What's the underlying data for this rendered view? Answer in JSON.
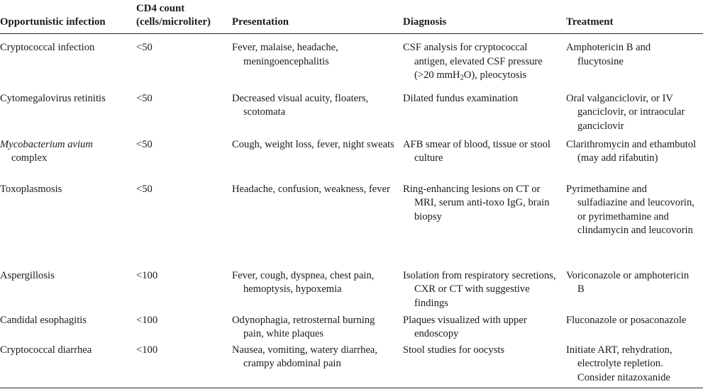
{
  "table": {
    "caption": "",
    "columns": [
      {
        "id": "infection",
        "label_line1": "Opportunistic infection",
        "label_line2": ""
      },
      {
        "id": "cd4",
        "label_line1": "CD4 count",
        "label_line2": "(cells/microliter)"
      },
      {
        "id": "presentation",
        "label_line1": "Presentation",
        "label_line2": ""
      },
      {
        "id": "diagnosis",
        "label_line1": "Diagnosis",
        "label_line2": ""
      },
      {
        "id": "treatment",
        "label_line1": "Treatment",
        "label_line2": ""
      }
    ],
    "rows": [
      {
        "infection": "Cryptococcal infection",
        "infection_italic": "",
        "cd4": "<50",
        "presentation": "Fever, malaise, headache, meningoencephalitis",
        "diagnosis_pre": "CSF analysis for cryptococcal antigen, elevated CSF pressure (>20 mmH",
        "diagnosis_sub": "2",
        "diagnosis_post": "O), pleocytosis",
        "diagnosis": "CSF analysis for cryptococcal antigen, elevated CSF pressure (>20 mmH2O), pleocytosis",
        "treatment": "Amphotericin B and flucytosine"
      },
      {
        "infection": "Cytomegalovirus retinitis",
        "infection_italic": "",
        "cd4": "<50",
        "presentation": "Decreased visual acuity, floaters, scotomata",
        "diagnosis": "Dilated fundus examination",
        "treatment": "Oral valganciclovir, or IV ganciclovir, or intraocular ganciclovir"
      },
      {
        "infection": "complex",
        "infection_italic": "Mycobacterium avium",
        "cd4": "<50",
        "presentation": "Cough, weight loss, fever, night sweats",
        "diagnosis": "AFB smear of blood, tissue or stool culture",
        "treatment": "Clarithromycin and ethambutol (may add rifabutin)"
      },
      {
        "infection": "Toxoplasmosis",
        "infection_italic": "",
        "cd4": "<50",
        "presentation": "Headache, confusion, weakness, fever",
        "diagnosis": "Ring-enhancing lesions on CT or MRI, serum anti-toxo IgG, brain biopsy",
        "treatment": "Pyrimethamine and sulfadiazine and leucovorin, or pyrimethamine and clindamycin and leucovorin"
      },
      {
        "infection": "Aspergillosis",
        "infection_italic": "",
        "cd4": "<100",
        "presentation": "Fever, cough, dyspnea, chest pain, hemoptysis, hypoxemia",
        "diagnosis": "Isolation from respiratory secretions, CXR or CT with suggestive findings",
        "treatment": "Voriconazole or amphotericin B"
      },
      {
        "infection": "Candidal esophagitis",
        "infection_italic": "",
        "cd4": "<100",
        "presentation": "Odynophagia, retrosternal burning pain, white plaques",
        "diagnosis": "Plaques visualized with upper endoscopy",
        "treatment": "Fluconazole or posaconazole"
      },
      {
        "infection": "Cryptococcal diarrhea",
        "infection_italic": "",
        "cd4": "<100",
        "presentation": "Nausea, vomiting, watery diarrhea, crampy abdominal pain",
        "diagnosis": "Stool studies for oocysts",
        "treatment": "Initiate ART, rehydration, electrolyte repletion. Consider nitazoxanide"
      }
    ]
  }
}
